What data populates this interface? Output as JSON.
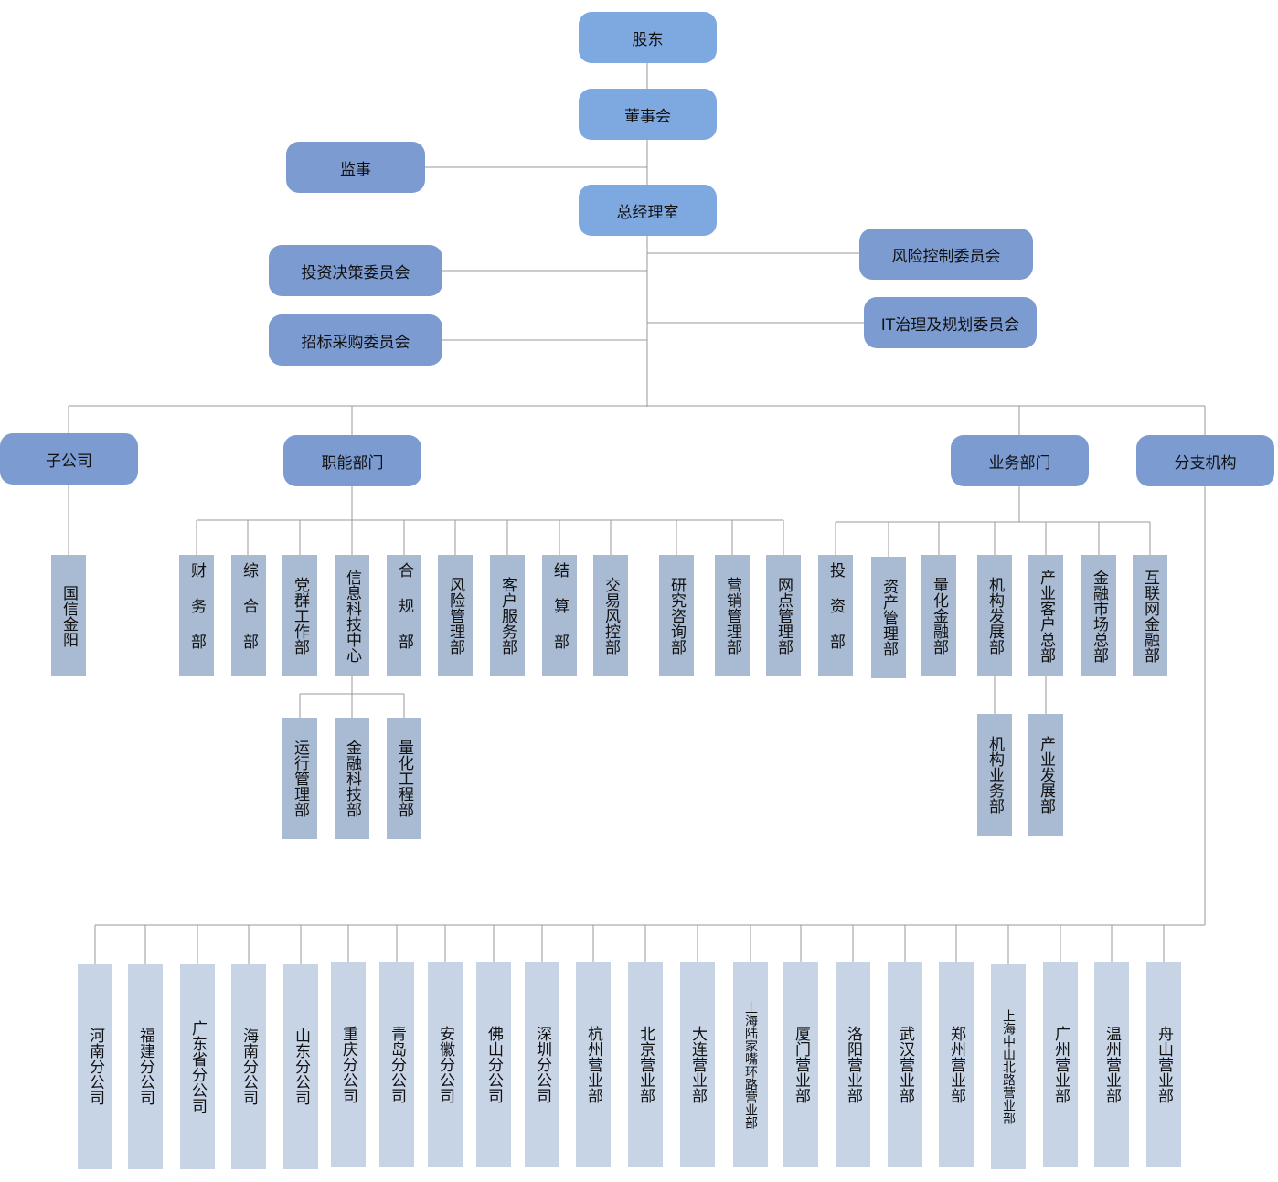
{
  "top": {
    "shareholders": "股东",
    "board": "董事会",
    "supervisor": "监事",
    "gm_office": "总经理室",
    "invest_committee": "投资决策委员会",
    "bid_committee": "招标采购委员会",
    "risk_committee": "风险控制委员会",
    "it_committee": "IT治理及规划委员会"
  },
  "groups": {
    "subsidiary": "子公司",
    "functional": "职能部门",
    "business": "业务部门",
    "branches": "分支机构"
  },
  "subsidiary_items": [
    "国信金阳"
  ],
  "functional_items": [
    "财务部",
    "综合部",
    "党群工作部",
    "信息科技中心",
    "合规部",
    "风险管理部",
    "客户服务部",
    "结算部",
    "交易风控部",
    "研究咨询部",
    "营销管理部",
    "网点管理部"
  ],
  "it_center_children": [
    "运行管理部",
    "金融科技部",
    "量化工程部"
  ],
  "business_items": [
    "投资部",
    "资产管理部",
    "量化金融部",
    "机构发展部",
    "产业客户总部",
    "金融市场总部",
    "互联网金融部"
  ],
  "business_children": {
    "institution": "机构业务部",
    "industry": "产业发展部"
  },
  "branch_items": [
    "河南分公司",
    "福建分公司",
    "广东省分公司",
    "海南分公司",
    "山东分公司",
    "重庆分公司",
    "青岛分公司",
    "安徽分公司",
    "佛山分公司",
    "深圳分公司",
    "杭州营业部",
    "北京营业部",
    "大连营业部",
    "上海陆家嘴环路营业部",
    "厦门营业部",
    "洛阳营业部",
    "武汉营业部",
    "郑州营业部",
    "上海中山北路营业部",
    "广州营业部",
    "温州营业部",
    "舟山营业部"
  ],
  "colors": {
    "top_node": "#7ea8e0",
    "group_node": "#7c9bd1",
    "dept_box": "#a9bad3",
    "branch_box": "#c7d4e6",
    "line": "#999999"
  }
}
